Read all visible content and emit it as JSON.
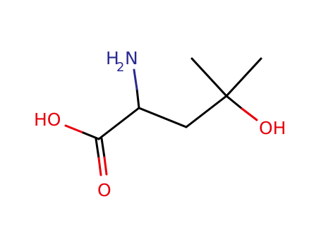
{
  "molecule": {
    "atom_labels": {
      "hydroxyl_left": "HO",
      "carbonyl_oxygen": "O",
      "amine_h": "H",
      "amine_sub": "2",
      "amine_n": "N",
      "hydroxyl_right": "OH"
    },
    "colors": {
      "bond": "#000000",
      "oxygen": "#e8000b",
      "nitrogen": "#2a2a8f",
      "background": "#ffffff"
    }
  }
}
